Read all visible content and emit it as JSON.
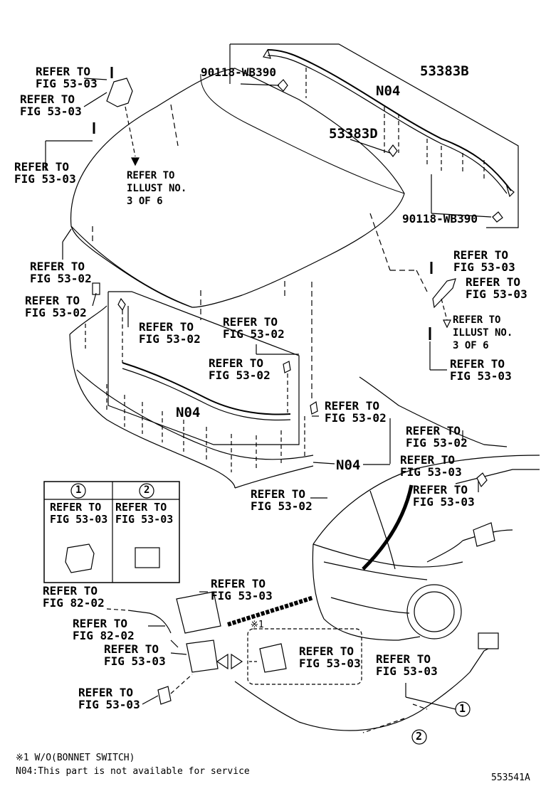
{
  "part_numbers": {
    "p53383B": "53383B",
    "p53383D": "53383D",
    "clip_top": "90118-WB390",
    "clip_right": "90118-WB390"
  },
  "n04_labels": [
    "N04",
    "N04",
    "N04"
  ],
  "refer_labels": [
    [
      "REFER TO",
      "FIG 53-03"
    ],
    [
      "REFER TO",
      "FIG 53-03"
    ],
    [
      "REFER TO",
      "FIG 53-03"
    ],
    [
      "REFER TO",
      "FIG 53-02"
    ],
    [
      "REFER TO",
      "FIG 53-02"
    ],
    [
      "REFER TO",
      "FIG 53-02"
    ],
    [
      "REFER TO",
      "FIG 53-02"
    ],
    [
      "REFER TO",
      "FIG 53-02"
    ],
    [
      "REFER TO",
      "FIG 53-02"
    ],
    [
      "REFER TO",
      "FIG 53-02"
    ],
    [
      "REFER TO",
      "FIG 53-02"
    ],
    [
      "REFER TO",
      "FIG 53-03"
    ],
    [
      "REFER TO",
      "FIG 53-03"
    ],
    [
      "REFER TO",
      "FIG 53-03"
    ],
    [
      "REFER TO",
      "FIG 53-03"
    ],
    [
      "REFER TO",
      "FIG 53-03"
    ],
    [
      "REFER TO",
      "FIG 53-03"
    ],
    [
      "REFER TO",
      "FIG 82-02"
    ],
    [
      "REFER TO",
      "FIG 82-02"
    ],
    [
      "REFER TO",
      "FIG 53-03"
    ],
    [
      "REFER TO",
      "FIG 53-03"
    ],
    [
      "REFER TO",
      "FIG 53-03"
    ],
    [
      "REFER TO",
      "FIG 53-03"
    ]
  ],
  "illust_refs": [
    [
      "REFER TO",
      "ILLUST NO.",
      "3 OF 6"
    ],
    [
      "REFER TO",
      "ILLUST NO.",
      "3 OF 6"
    ]
  ],
  "inset_table": {
    "col1_marker": "1",
    "col2_marker": "2",
    "col1_text": [
      "REFER TO",
      "FIG 53-03"
    ],
    "col2_text": [
      "REFER TO",
      "FIG 53-03"
    ]
  },
  "callouts": {
    "c1": "1",
    "c2": "2"
  },
  "switch_marker": "※1",
  "footnotes": {
    "note1": "※1 W/O(BONNET SWITCH)",
    "note2": "N04:This part is not available for service"
  },
  "figure_id": "553541A"
}
